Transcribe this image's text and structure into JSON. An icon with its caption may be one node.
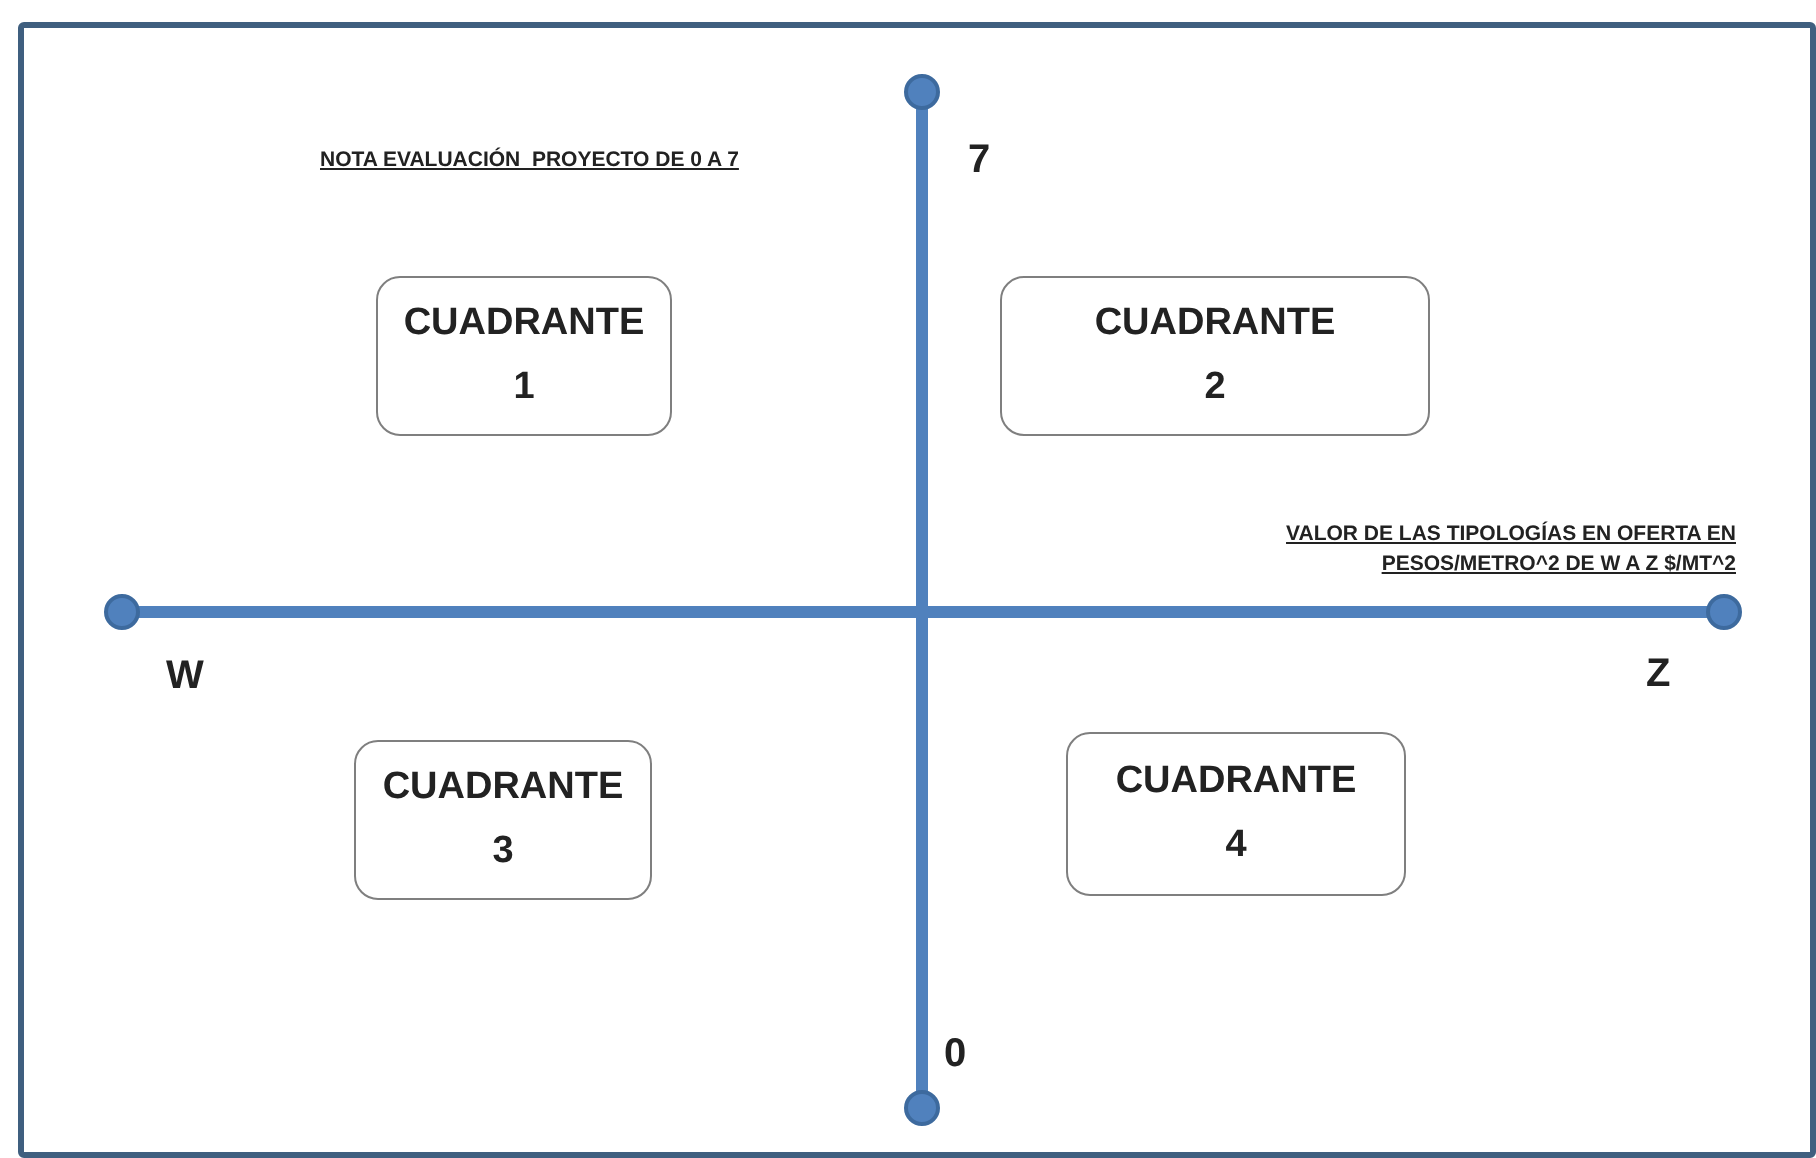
{
  "diagram": {
    "nodes": [
      {
        "text": [
          "CUADRANTE 1"
        ]
      },
      {
        "text": [
          "CUADRANTE 2"
        ]
      },
      {
        "text": [
          "CUADRANTE 3"
        ]
      },
      {
        "text": [
          "CUADRANTE 4"
        ]
      }
    ],
    "labels": [
      "NOTA EVALUACIÓN  PROYECTO DE 0 A 7",
      "7",
      "VALOR  DE  LAS TIPOLOGÍAS EN OFERTA EN PESOS/METRO^2  DE W A Z $/MT^2",
      "W",
      "Z",
      "0"
    ]
  }
}
